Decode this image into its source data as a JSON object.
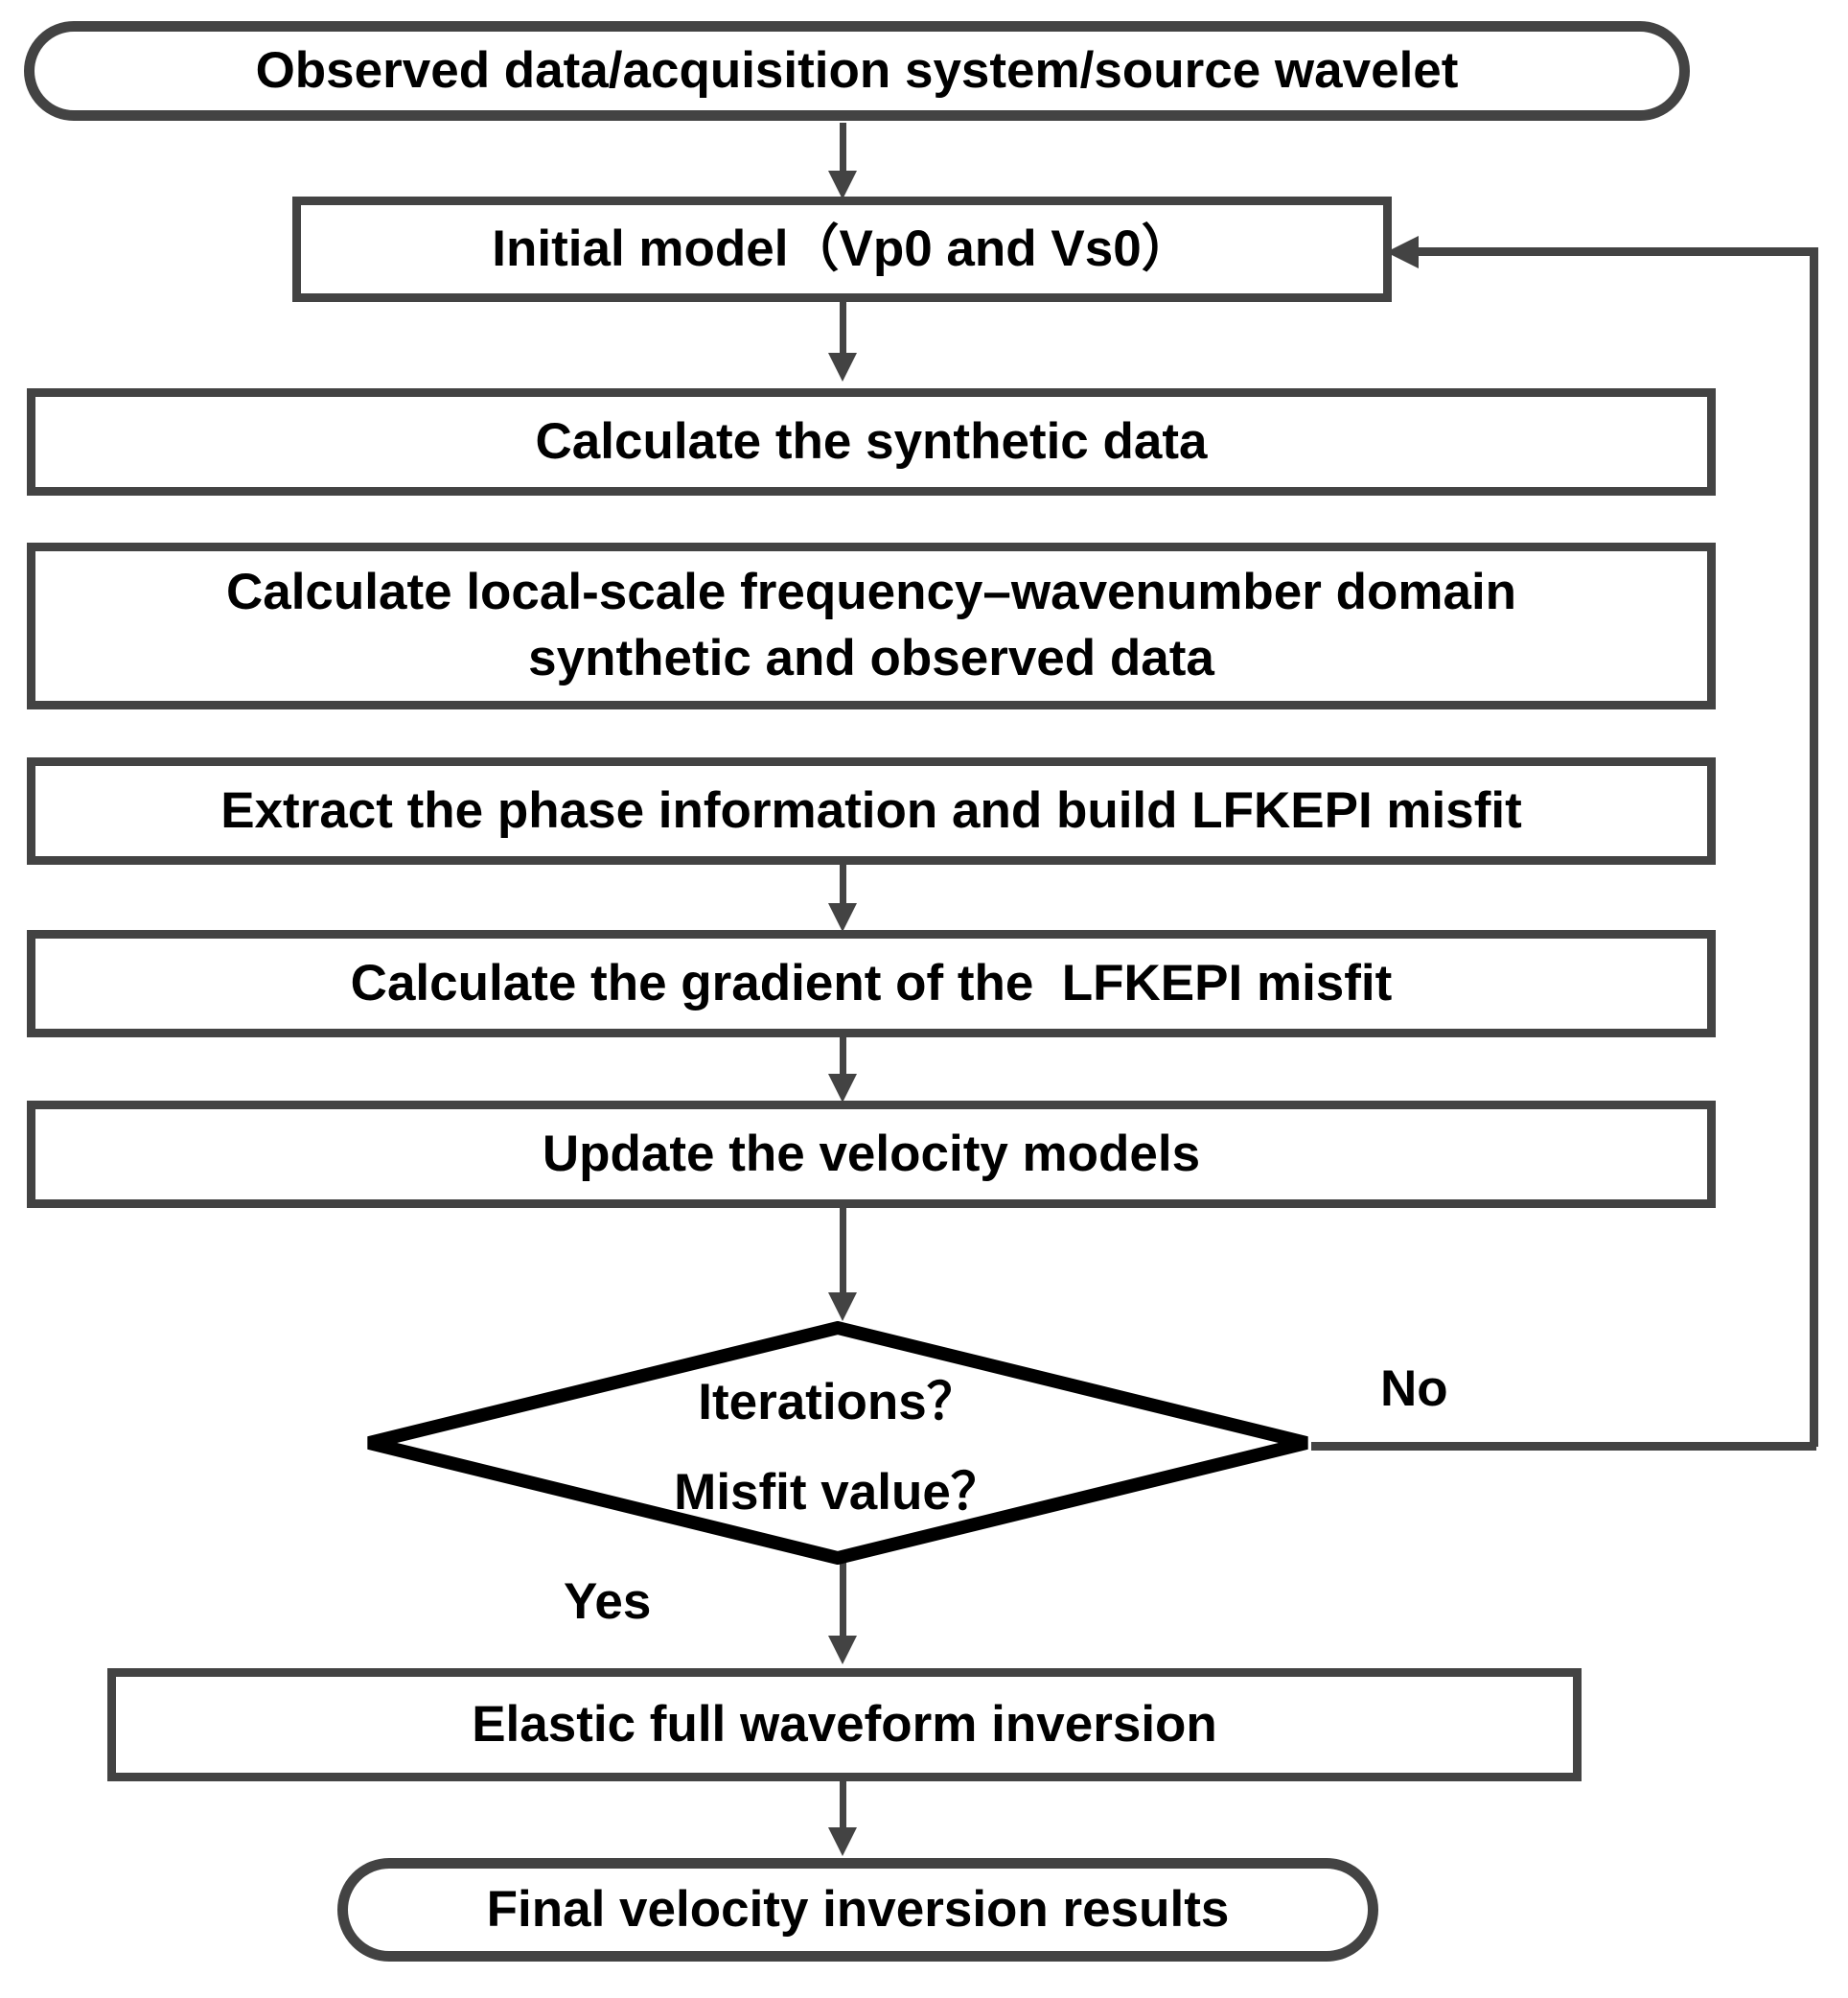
{
  "diagram": {
    "title": "Elastic full waveform inversion workflow with LFKEPI misfit",
    "type": "flowchart",
    "orientation": "top-to-bottom",
    "colors": {
      "stroke": "#434343",
      "decision_stroke": "#000000",
      "text": "#000000",
      "background": "#ffffff"
    },
    "nodes": [
      {
        "id": "start",
        "shape": "terminator",
        "label": "Observed data/acquisition system/source wavelet"
      },
      {
        "id": "initial",
        "shape": "rectangle",
        "label": "Initial model（Vp0 and Vs0）"
      },
      {
        "id": "synth",
        "shape": "rectangle",
        "label": "Calculate the synthetic data"
      },
      {
        "id": "lfk",
        "shape": "rectangle",
        "label": "Calculate local-scale frequency–wavenumber domain\nsynthetic and observed data"
      },
      {
        "id": "extract",
        "shape": "rectangle",
        "label": "Extract the phase information and build LFKEPI misfit"
      },
      {
        "id": "gradient",
        "shape": "rectangle",
        "label": "Calculate the gradient of the  LFKEPI misfit"
      },
      {
        "id": "update",
        "shape": "rectangle",
        "label": "Update the velocity models"
      },
      {
        "id": "efwi",
        "shape": "rectangle",
        "label": "Elastic full waveform inversion"
      },
      {
        "id": "final",
        "shape": "terminator",
        "label": "Final velocity inversion results"
      }
    ],
    "decision": {
      "id": "decision",
      "shape": "diamond",
      "line1": "Iterations？",
      "line2": "Misfit value？"
    },
    "edge_labels": {
      "no": "No",
      "yes": "Yes"
    },
    "edges": [
      {
        "from": "start",
        "to": "initial",
        "label": ""
      },
      {
        "from": "initial",
        "to": "synth",
        "label": ""
      },
      {
        "from": "synth",
        "to": "lfk",
        "label": ""
      },
      {
        "from": "lfk",
        "to": "extract",
        "label": ""
      },
      {
        "from": "extract",
        "to": "gradient",
        "label": ""
      },
      {
        "from": "gradient",
        "to": "update",
        "label": ""
      },
      {
        "from": "update",
        "to": "decision",
        "label": ""
      },
      {
        "from": "decision",
        "to": "initial",
        "label": "No"
      },
      {
        "from": "decision",
        "to": "efwi",
        "label": "Yes"
      },
      {
        "from": "efwi",
        "to": "final",
        "label": ""
      }
    ]
  }
}
